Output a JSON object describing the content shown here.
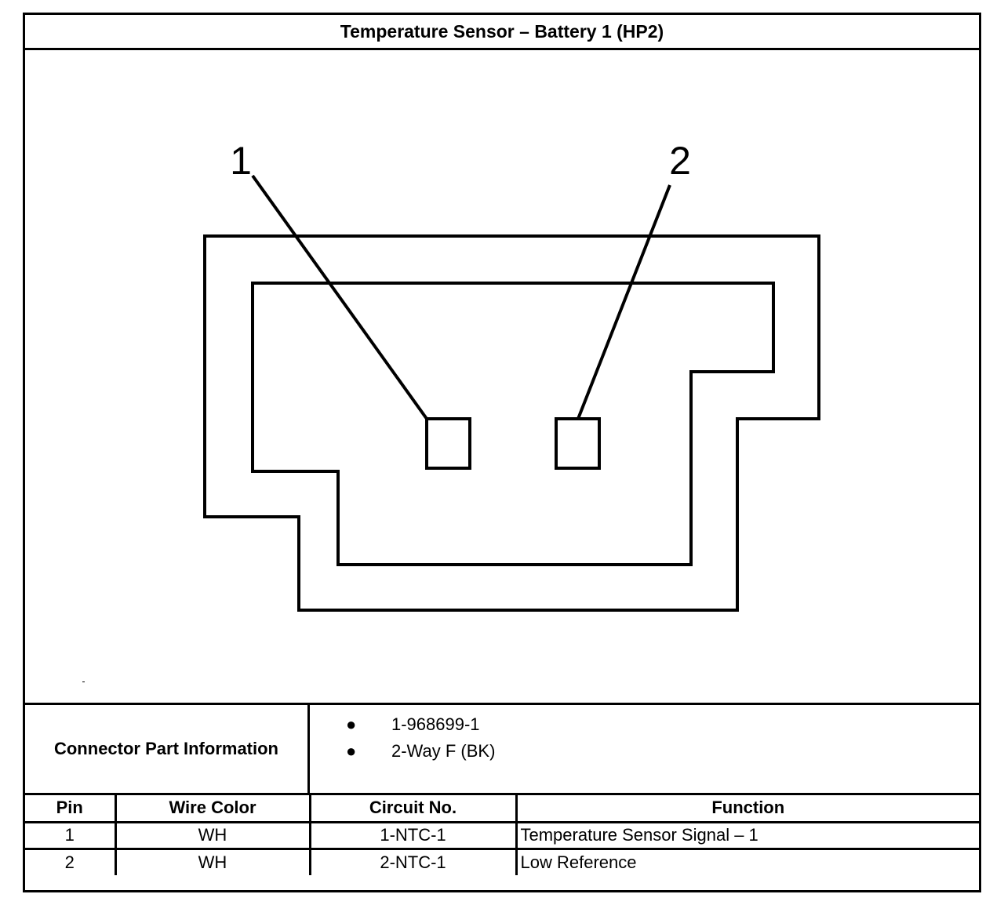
{
  "title": "Temperature Sensor – Battery 1 (HP2)",
  "diagram": {
    "pin_callouts": [
      "1",
      "2"
    ]
  },
  "connector_info": {
    "label": "Connector Part Information",
    "items": [
      "1-968699-1",
      "2-Way F (BK)"
    ]
  },
  "table": {
    "headers": [
      "Pin",
      "Wire Color",
      "Circuit No.",
      "Function"
    ],
    "rows": [
      [
        "1",
        "WH",
        "1-NTC-1",
        "Temperature Sensor Signal – 1"
      ],
      [
        "2",
        "WH",
        "2-NTC-1",
        "Low Reference"
      ]
    ]
  }
}
